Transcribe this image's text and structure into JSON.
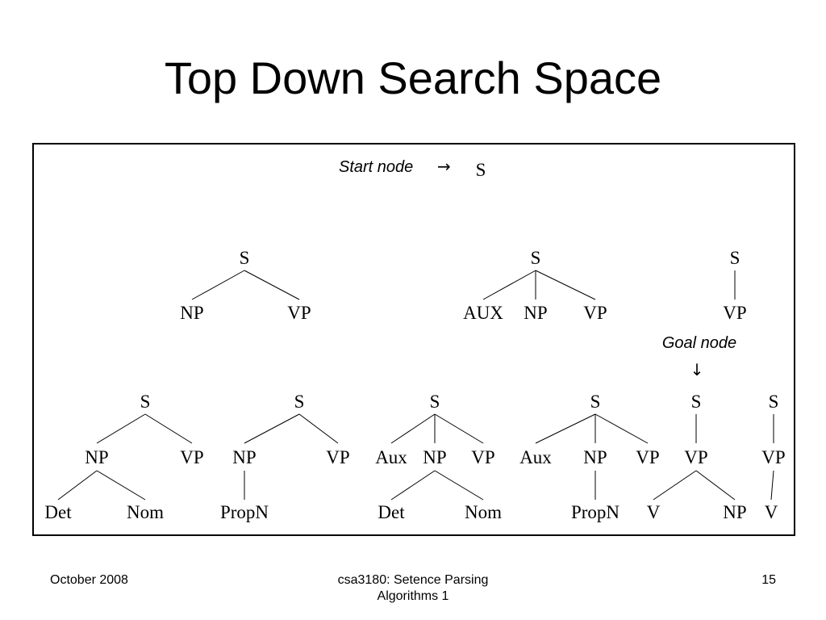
{
  "title": "Top Down Search Space",
  "annotations": {
    "start_label": "Start node",
    "start_arrow": "→",
    "goal_label": "Goal node",
    "goal_arrow": "↓"
  },
  "root": "S",
  "trees": [
    {
      "id": "t1",
      "nodes": [
        "S",
        "NP",
        "VP"
      ]
    },
    {
      "id": "t2",
      "nodes": [
        "S",
        "AUX",
        "NP",
        "VP"
      ]
    },
    {
      "id": "t3",
      "nodes": [
        "S",
        "VP"
      ]
    },
    {
      "id": "t4",
      "nodes": [
        "S",
        "NP",
        "VP",
        "Det",
        "Nom"
      ]
    },
    {
      "id": "t5",
      "nodes": [
        "S",
        "NP",
        "VP",
        "PropN"
      ]
    },
    {
      "id": "t6",
      "nodes": [
        "S",
        "Aux",
        "NP",
        "VP",
        "Det",
        "Nom"
      ]
    },
    {
      "id": "t7",
      "nodes": [
        "S",
        "Aux",
        "NP",
        "VP",
        "PropN"
      ]
    },
    {
      "id": "t8",
      "nodes": [
        "S",
        "VP",
        "V",
        "NP"
      ]
    },
    {
      "id": "t9",
      "nodes": [
        "S",
        "VP",
        "V"
      ]
    }
  ],
  "footer": {
    "date": "October 2008",
    "course_line1": "csa3180: Setence Parsing",
    "course_line2": "Algorithms 1",
    "page": "15"
  }
}
